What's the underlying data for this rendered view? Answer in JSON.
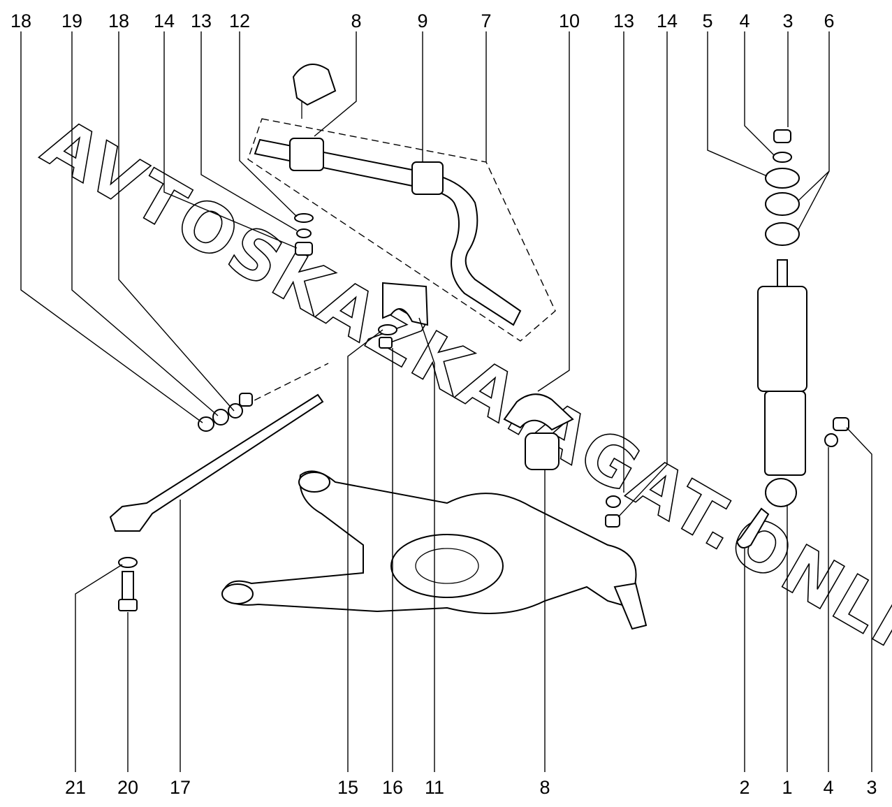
{
  "diagram": {
    "watermark": "AVTOSKAZKA.AGAT.ONLINE",
    "callouts_top": [
      "18",
      "19",
      "18",
      "14",
      "13",
      "12",
      "8",
      "9",
      "7",
      "10",
      "13",
      "14",
      "5",
      "4",
      "3",
      "6"
    ],
    "callouts_bottom": [
      "21",
      "20",
      "17",
      "15",
      "16",
      "11",
      "8",
      "2",
      "1",
      "4",
      "3"
    ],
    "line_color": "#000000",
    "background": "#ffffff"
  }
}
